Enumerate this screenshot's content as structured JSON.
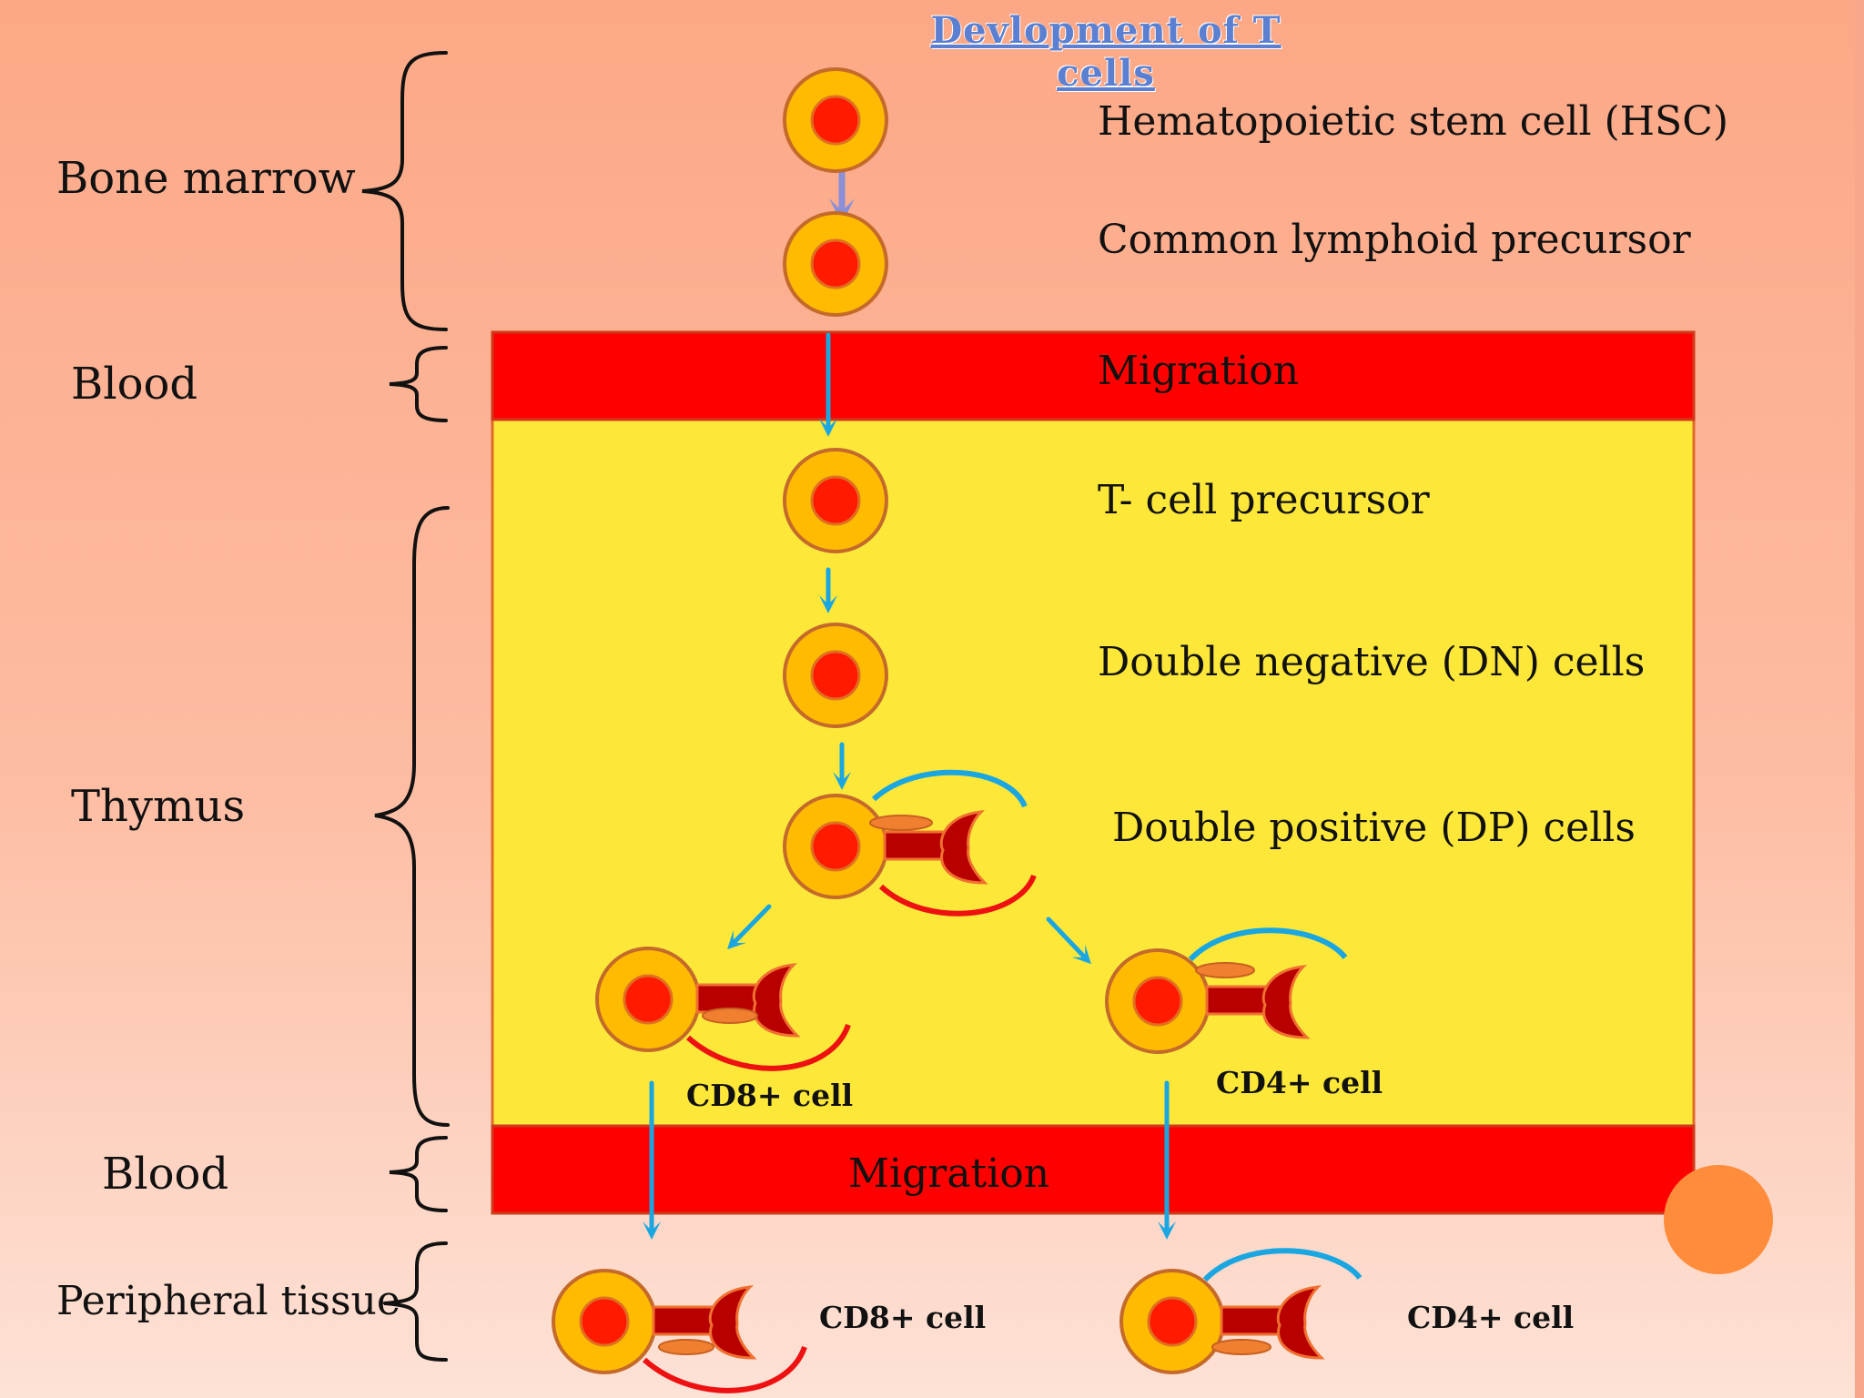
{
  "title": "Devlopment of T cells",
  "regions": {
    "bone_marrow": "Bone marrow",
    "blood_top": "Blood",
    "thymus": "Thymus",
    "blood_bottom": "Blood",
    "peripheral": "Peripheral tissue"
  },
  "steps": {
    "hsc": "Hematopoietic stem cell (HSC)",
    "clp": "Common lymphoid precursor",
    "migration_top": "Migration",
    "t_precursor": "T- cell precursor",
    "dn": "Double negative (DN) cells",
    "dp": "Double positive (DP) cells",
    "migration_bottom": "Migration"
  },
  "cells": {
    "cd8_thymus": "CD8+ cell",
    "cd4_thymus": "CD4+ cell",
    "cd8_peripheral": "CD8+ cell",
    "cd4_peripheral": "CD4+ cell"
  },
  "colors": {
    "thymus_fill": "#fde83a",
    "migration_band": "#ff0000",
    "cell_outer": "#ffbb00",
    "cell_nucleus": "#ff1a00",
    "receptor": "#b80000",
    "arrow": "#1aa6e0",
    "cd4_arc": "#1aa6e0",
    "cd8_arc": "#ee1111"
  }
}
